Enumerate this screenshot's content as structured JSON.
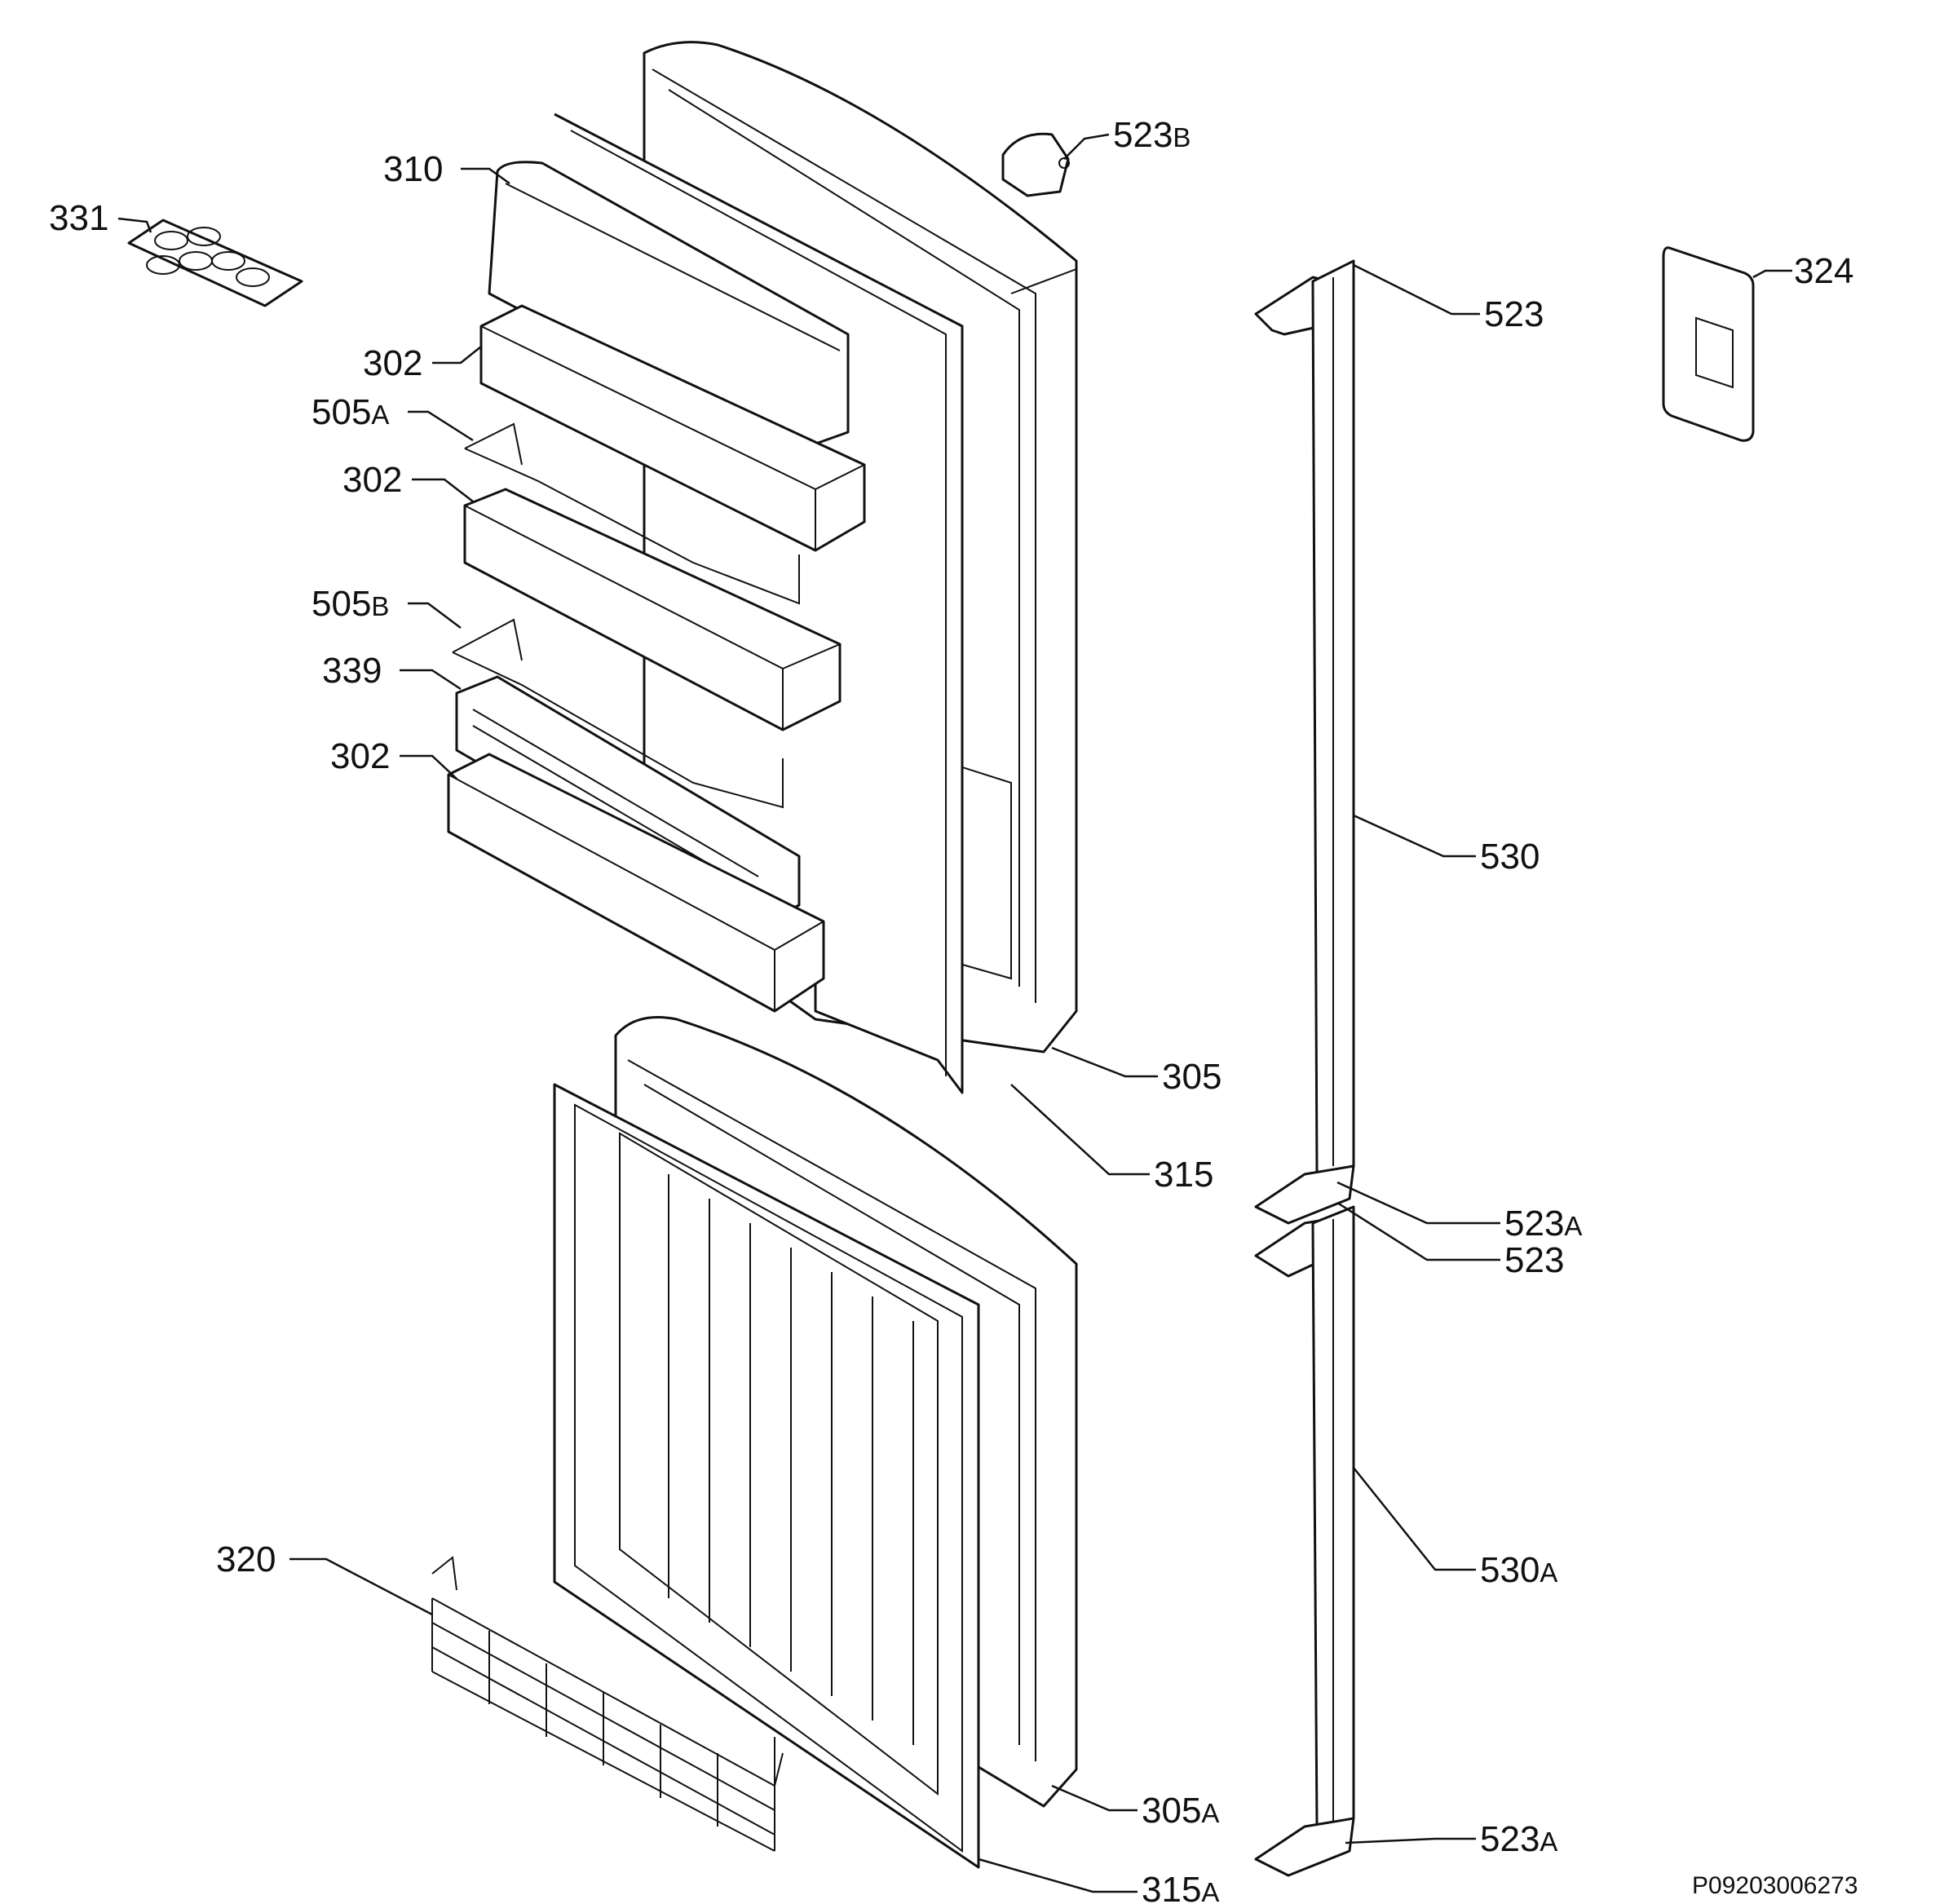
{
  "diagram": {
    "document_id": "P09203006273",
    "callouts": [
      {
        "id": "c-331",
        "number": "331",
        "suffix": ""
      },
      {
        "id": "c-310",
        "number": "310",
        "suffix": ""
      },
      {
        "id": "c-302a",
        "number": "302",
        "suffix": ""
      },
      {
        "id": "c-505a",
        "number": "505",
        "suffix": "A"
      },
      {
        "id": "c-302b",
        "number": "302",
        "suffix": ""
      },
      {
        "id": "c-505b",
        "number": "505",
        "suffix": "B"
      },
      {
        "id": "c-339",
        "number": "339",
        "suffix": ""
      },
      {
        "id": "c-302c",
        "number": "302",
        "suffix": ""
      },
      {
        "id": "c-523b",
        "number": "523",
        "suffix": "B"
      },
      {
        "id": "c-324",
        "number": "324",
        "suffix": ""
      },
      {
        "id": "c-523-top",
        "number": "523",
        "suffix": ""
      },
      {
        "id": "c-530",
        "number": "530",
        "suffix": ""
      },
      {
        "id": "c-305",
        "number": "305",
        "suffix": ""
      },
      {
        "id": "c-315",
        "number": "315",
        "suffix": ""
      },
      {
        "id": "c-523a-mid",
        "number": "523",
        "suffix": "A"
      },
      {
        "id": "c-523-mid",
        "number": "523",
        "suffix": ""
      },
      {
        "id": "c-530a",
        "number": "530",
        "suffix": "A"
      },
      {
        "id": "c-320",
        "number": "320",
        "suffix": ""
      },
      {
        "id": "c-305a",
        "number": "305",
        "suffix": "A"
      },
      {
        "id": "c-523a-bot",
        "number": "523",
        "suffix": "A"
      },
      {
        "id": "c-315a",
        "number": "315",
        "suffix": "A"
      }
    ]
  }
}
